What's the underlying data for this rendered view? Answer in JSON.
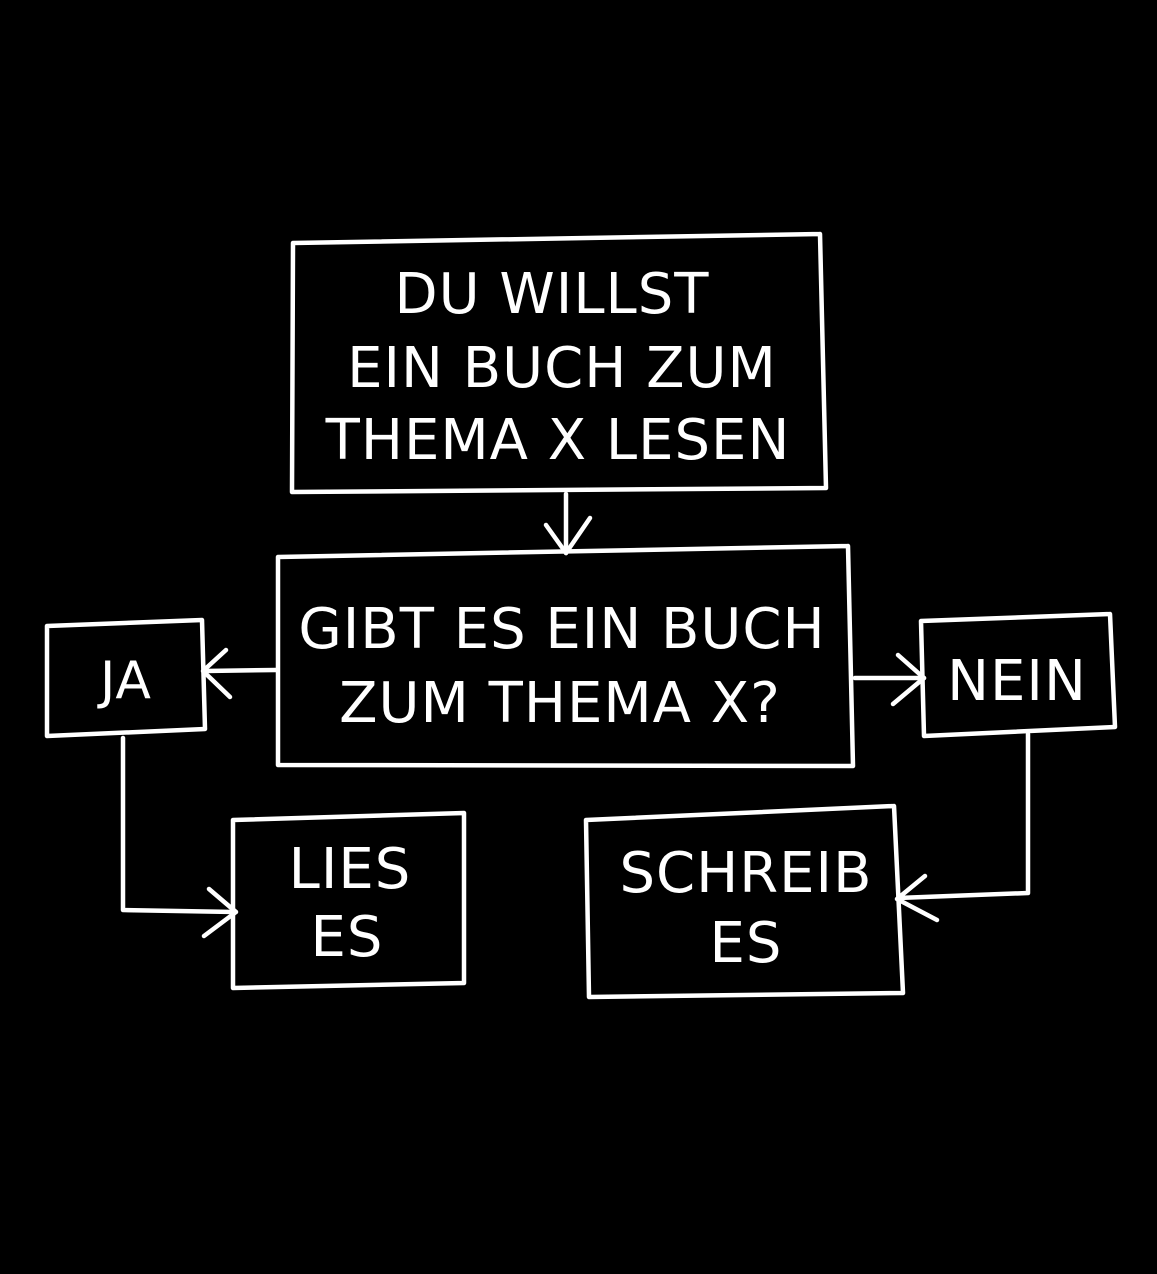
{
  "diagram": {
    "type": "flowchart",
    "background_color": "#000000",
    "line_color": "#ffffff",
    "start": {
      "lines": [
        "DU WILLST",
        "EIN BUCH ZUM",
        "THEMA X LESEN"
      ]
    },
    "question": {
      "lines": [
        "GIBT ES EIN BUCH",
        "ZUM THEMA X?"
      ]
    },
    "yes": {
      "label": "JA"
    },
    "no": {
      "label": "NEIN"
    },
    "yes_result": {
      "lines": [
        "LIES",
        "ES"
      ]
    },
    "no_result": {
      "lines": [
        "SCHREIB",
        "ES"
      ]
    }
  }
}
